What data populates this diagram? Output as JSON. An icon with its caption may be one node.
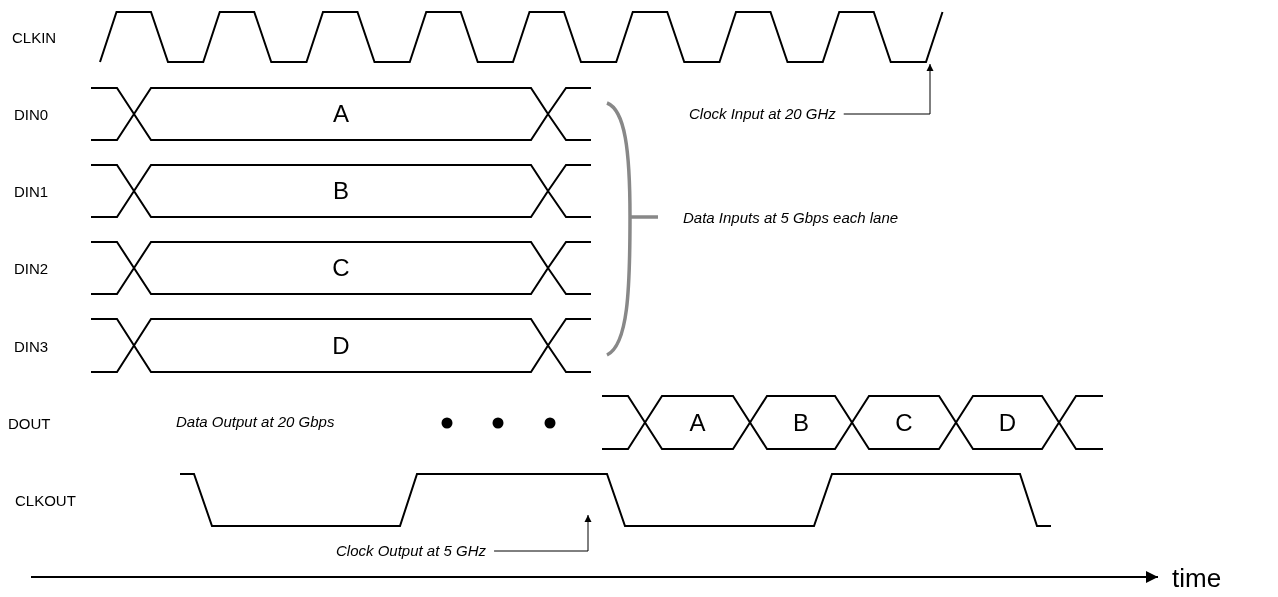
{
  "diagram": {
    "nodes": [
      {
        "text": [],
        "shape": "waveform"
      },
      {
        "text": [
          "A"
        ]
      },
      {
        "text": [
          "B"
        ]
      },
      {
        "text": [
          "C"
        ]
      },
      {
        "text": [
          "D"
        ]
      },
      {
        "text": [
          "Clock Input at 20 GHz"
        ]
      },
      {
        "text": [
          "A"
        ]
      },
      {
        "text": [
          "B"
        ]
      },
      {
        "text": [
          "C"
        ]
      },
      {
        "text": [
          "D"
        ]
      },
      {
        "text": [],
        "shape": "waveform"
      },
      {
        "text": [
          "Clock Output at 5 GHz"
        ]
      }
    ],
    "edges": [
      {
        "from": 5,
        "to": 0,
        "arrow": "to"
      },
      {
        "from": 11,
        "to": 10,
        "arrow": "to"
      }
    ],
    "labels": [
      "CLKIN",
      "DIN0",
      "DIN1",
      "Data Inputs at 5 Gbps each lane",
      "DIN2",
      "DIN3",
      "DOUT",
      "Data Output at 20 Gbps",
      "CLKOUT",
      "time"
    ]
  }
}
